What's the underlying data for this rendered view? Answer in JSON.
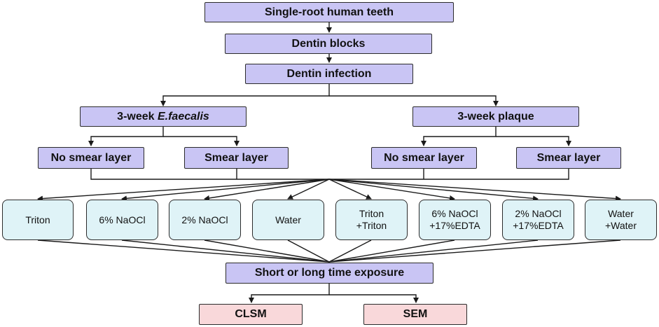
{
  "flow": {
    "root": "Single-root human teeth",
    "blocks": "Dentin blocks",
    "infection": "Dentin infection",
    "ef_prefix": "3-week ",
    "ef_species": "E.faecalis",
    "plaque": "3-week plaque",
    "no_smear": "No smear layer",
    "smear": "Smear layer",
    "treatments": [
      {
        "line1": "Triton",
        "line2": ""
      },
      {
        "line1": "6% NaOCl",
        "line2": ""
      },
      {
        "line1": "2% NaOCl",
        "line2": ""
      },
      {
        "line1": "Water",
        "line2": ""
      },
      {
        "line1": "Triton",
        "line2": "+Triton"
      },
      {
        "line1": "6% NaOCl",
        "line2": "+17%EDTA"
      },
      {
        "line1": "2% NaOCl",
        "line2": "+17%EDTA"
      },
      {
        "line1": "Water",
        "line2": "+Water"
      }
    ],
    "exposure": "Short or long time exposure",
    "clsm": "CLSM",
    "sem": "SEM"
  },
  "colors": {
    "purple_fill": "#c9c5f4",
    "cyan_fill": "#dff3f7",
    "pink_fill": "#f9d8da",
    "line": "#1a1a1a"
  }
}
